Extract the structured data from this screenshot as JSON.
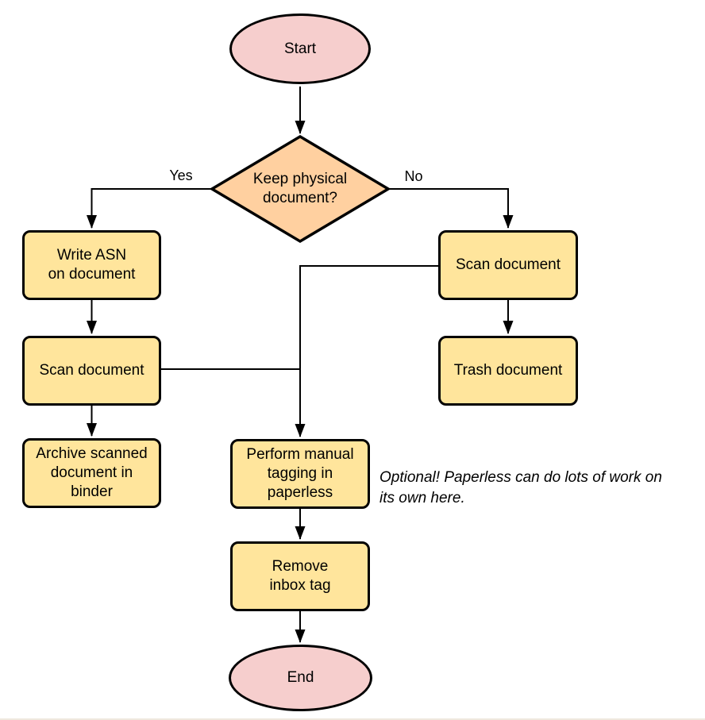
{
  "diagram": {
    "nodes": {
      "start": {
        "shape": "ellipse",
        "label": "Start"
      },
      "decision": {
        "shape": "diamond",
        "label": "Keep physical\ndocument?"
      },
      "write_asn": {
        "shape": "rect",
        "label": "Write ASN\non document"
      },
      "scan_left": {
        "shape": "rect",
        "label": "Scan document"
      },
      "archive": {
        "shape": "rect",
        "label": "Archive scanned\ndocument in\nbinder"
      },
      "scan_right": {
        "shape": "rect",
        "label": "Scan document"
      },
      "trash": {
        "shape": "rect",
        "label": "Trash document"
      },
      "tagging": {
        "shape": "rect",
        "label": "Perform manual\ntagging in\npaperless"
      },
      "remove_inbox": {
        "shape": "rect",
        "label": "Remove\ninbox tag"
      },
      "end": {
        "shape": "ellipse",
        "label": "End"
      }
    },
    "edge_labels": {
      "yes": "Yes",
      "no": "No"
    },
    "annotation": "Optional! Paperless can do lots of work on\nits own here.",
    "colors": {
      "terminal_fill": "#f6cecd",
      "decision_fill": "#ffd0a0",
      "process_fill": "#ffe59c",
      "stroke": "#000000",
      "background": "#ffffff",
      "bottom_edge": "#efe8de"
    }
  }
}
